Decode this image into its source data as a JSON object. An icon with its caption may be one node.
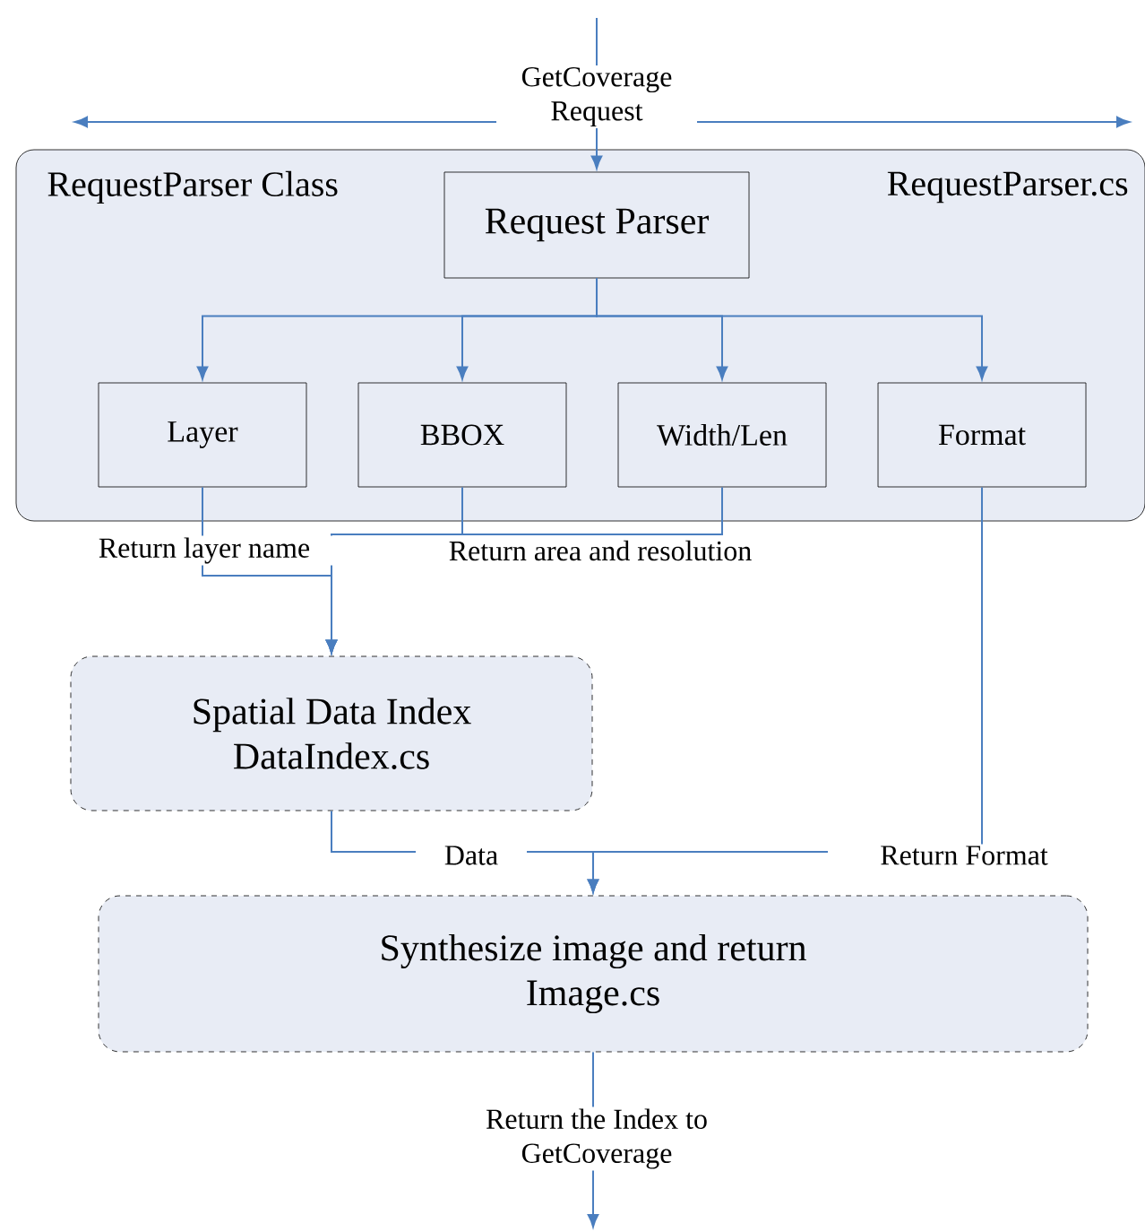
{
  "diagram": {
    "nodes": [
      {
        "text": [
          "RequestParser Class",
          "RequestParser.cs"
        ]
      },
      {
        "text": [
          "Request Parser"
        ],
        "in": 0
      },
      {
        "text": [
          "Layer"
        ],
        "in": 0
      },
      {
        "text": [
          "BBOX"
        ],
        "in": 0
      },
      {
        "text": [
          "Width/Len"
        ],
        "in": 0
      },
      {
        "text": [
          "Format"
        ],
        "in": 0
      },
      {
        "text": [
          "Spatial Data Index",
          "DataIndex.cs"
        ]
      },
      {
        "text": [
          "Synthesize image and return",
          "Image.cs"
        ]
      }
    ],
    "edges": [
      {
        "from": null,
        "to": 1,
        "arrow": "to",
        "label": "GetCoverage Request"
      },
      {
        "from": 1,
        "to": 2,
        "arrow": "to"
      },
      {
        "from": 1,
        "to": 3,
        "arrow": "to"
      },
      {
        "from": 1,
        "to": 4,
        "arrow": "to"
      },
      {
        "from": 1,
        "to": 5,
        "arrow": "to"
      },
      {
        "from": 2,
        "to": 6,
        "arrow": "to",
        "label": "Return layer name"
      },
      {
        "from": 3,
        "to": 6,
        "arrow": "to",
        "label": "Return area and resolution"
      },
      {
        "from": 4,
        "to": 6,
        "arrow": "to"
      },
      {
        "from": 6,
        "to": 7,
        "arrow": "to",
        "label": "Data"
      },
      {
        "from": 5,
        "to": 7,
        "arrow": "to",
        "label": "Return Format"
      },
      {
        "from": 7,
        "to": null,
        "arrow": "to",
        "label": "Return the Index to GetCoverage"
      }
    ]
  }
}
